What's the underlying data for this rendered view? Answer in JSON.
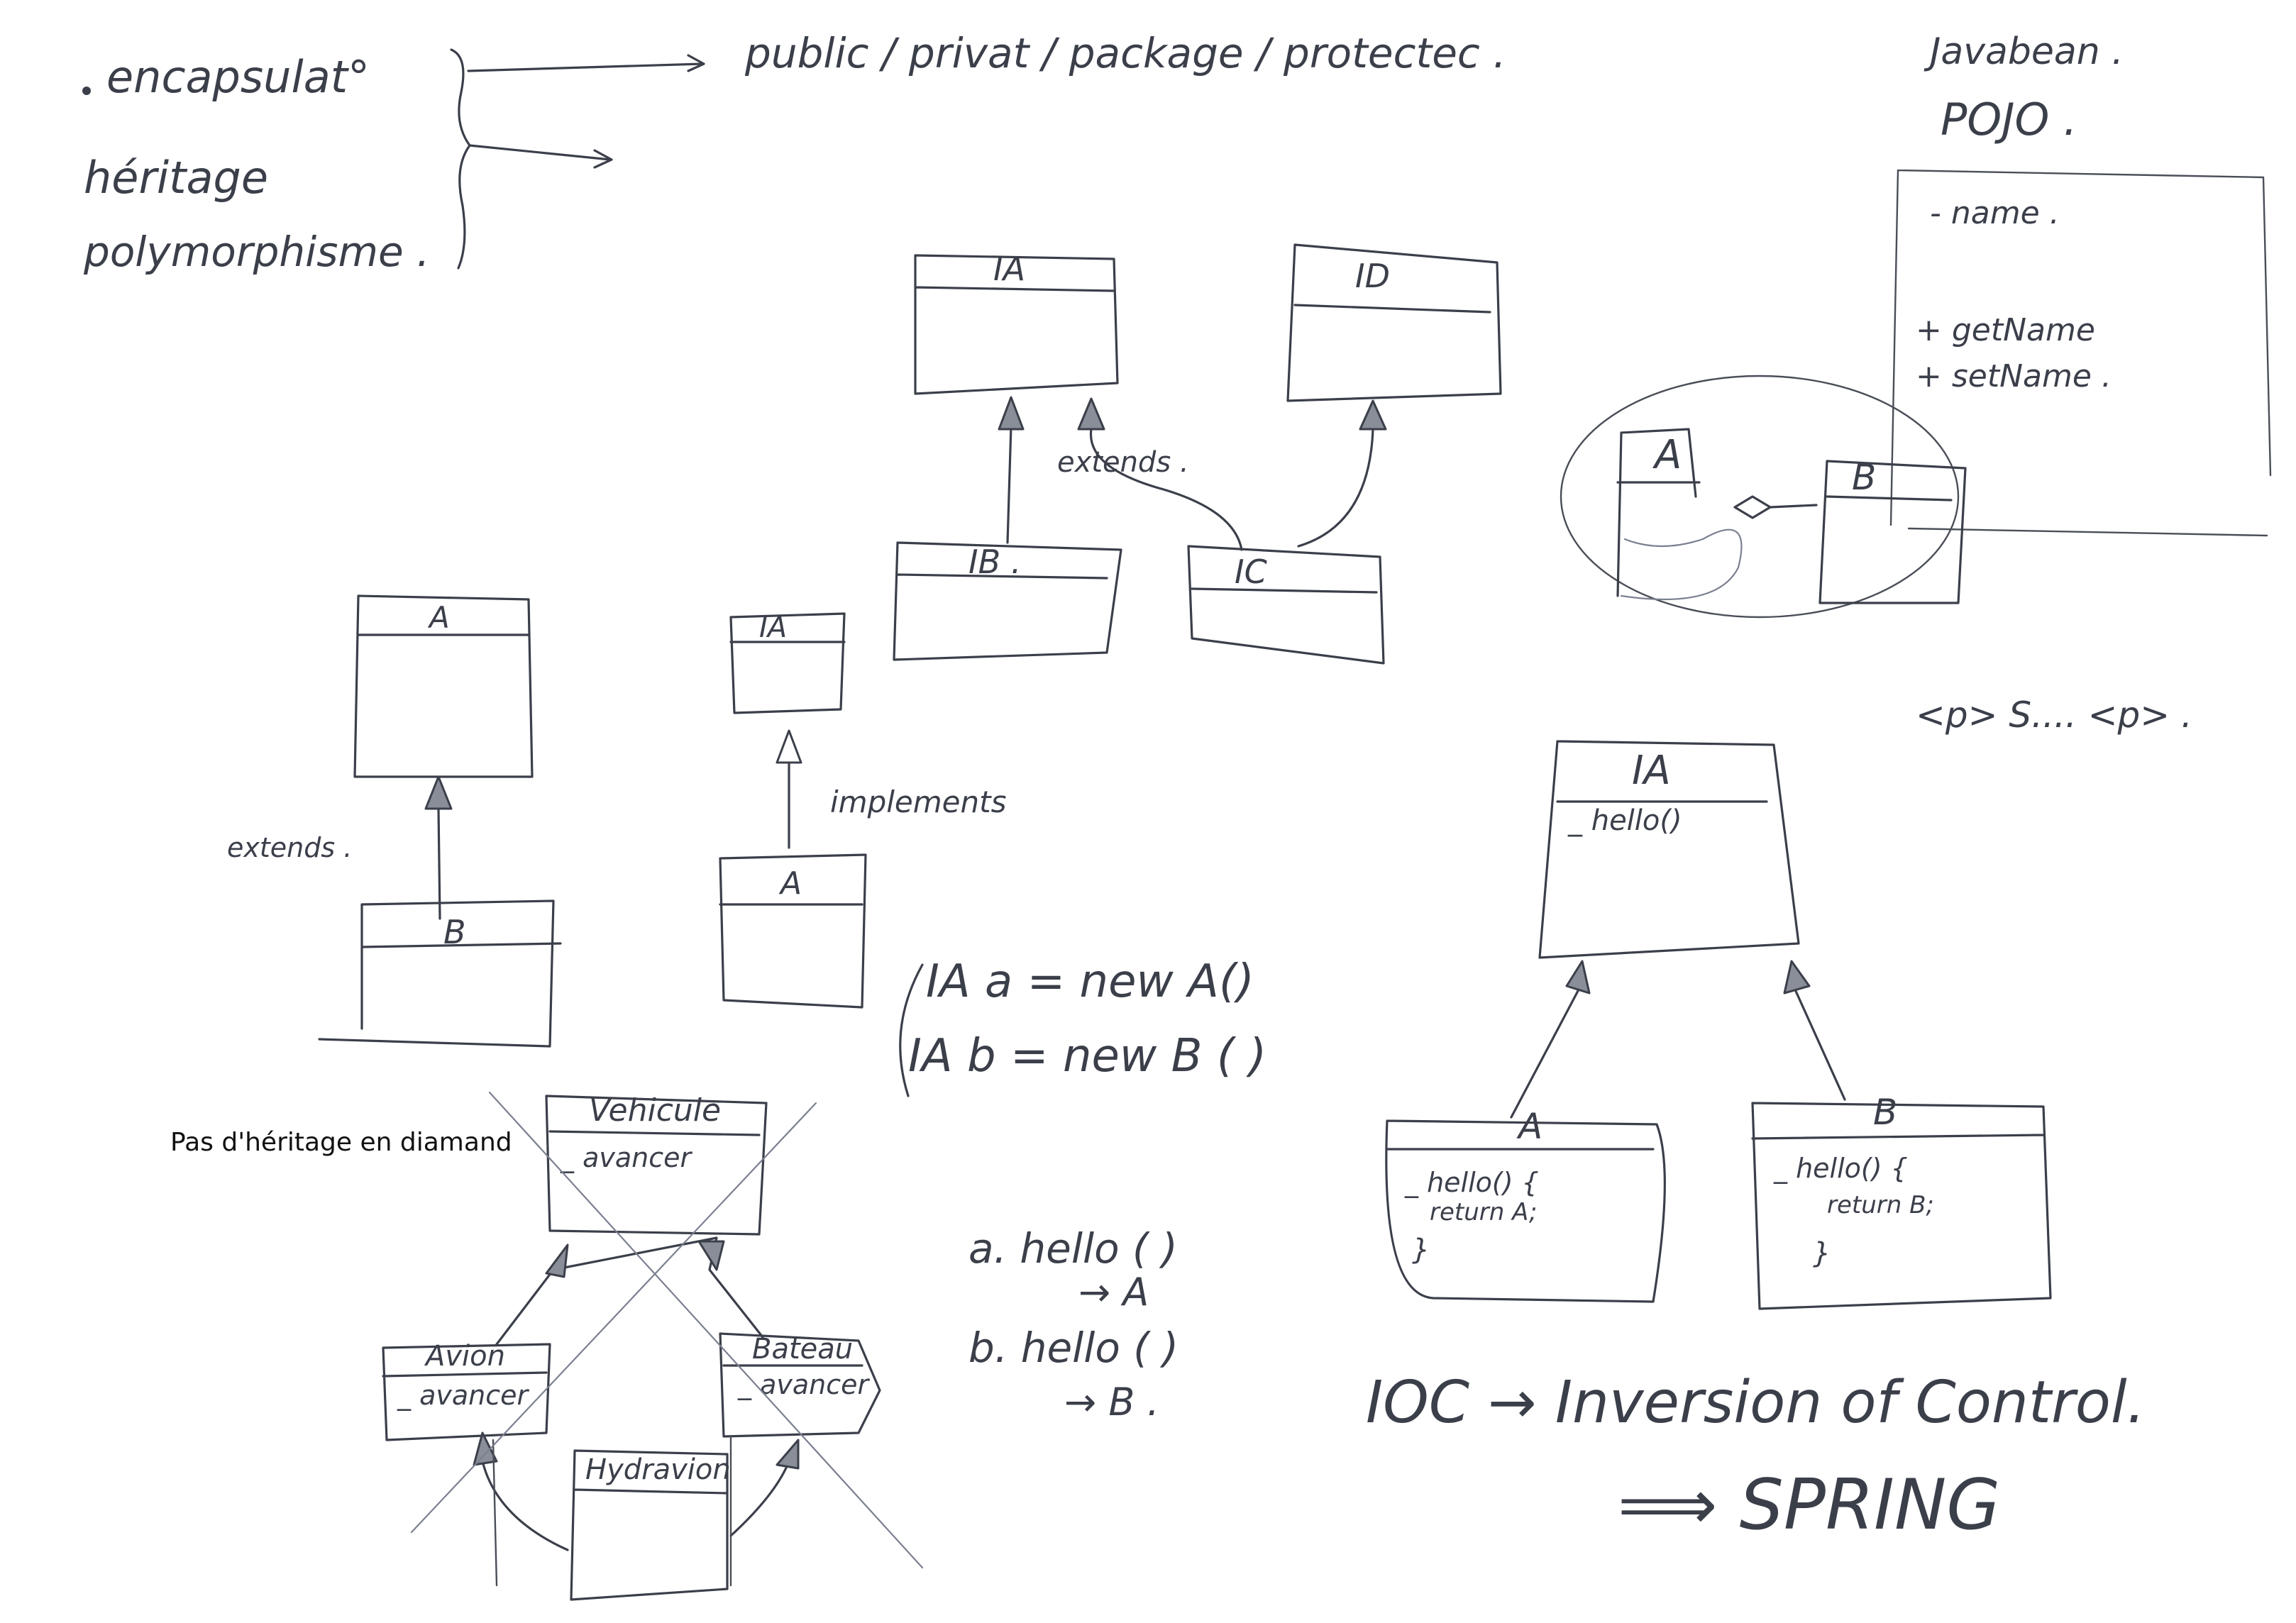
{
  "oop_concepts": {
    "items": [
      "encapsulat°",
      "héritage",
      "polymorphisme ."
    ],
    "access_modifiers": "public / privat / package / protectec ."
  },
  "javabean_note": {
    "title": "Javabean .",
    "subtitle": "POJO .",
    "field": "- name .",
    "getter": "+ getName",
    "setter": "+ setName ."
  },
  "composition": {
    "left": "A",
    "right": "B"
  },
  "paragraph_note": "<p> S.... <p> .",
  "interfaces_top": {
    "ia": "IA",
    "id": "ID",
    "ib": "IB .",
    "ic": "IC",
    "extends_label": "extends ."
  },
  "inheritance_left": {
    "parent": "A",
    "child": "B",
    "label": "extends ."
  },
  "implements_block": {
    "interface": "IA",
    "class": "A",
    "label": "implements"
  },
  "code_block": {
    "line1": "IA a = new A()",
    "line2": "IA b = new B ( )"
  },
  "calls_block": {
    "line1": "a. hello ( )",
    "result1": "→ A",
    "line2": "b. hello ( )",
    "result2": "→ B ."
  },
  "diamond": {
    "caption": "Pas d'héritage en diamand",
    "top": "Vehicule",
    "top_attr": "_ avancer",
    "left": "Avion",
    "left_attr": "_ avancer",
    "right": "Bateau",
    "right_attr": "_ avancer",
    "bottom": "Hydravion"
  },
  "ia_right": {
    "title": "IA",
    "method": "_ hello()",
    "class_a": "A",
    "a_method": "_ hello() {",
    "a_body": "return A;",
    "a_close": "}",
    "class_b": "B",
    "b_method": "_ hello() {",
    "b_body": "return B;",
    "b_close": "}"
  },
  "ioc": {
    "line": "IOC → Inversion of Control.",
    "spring": "⟹ SPRING"
  }
}
